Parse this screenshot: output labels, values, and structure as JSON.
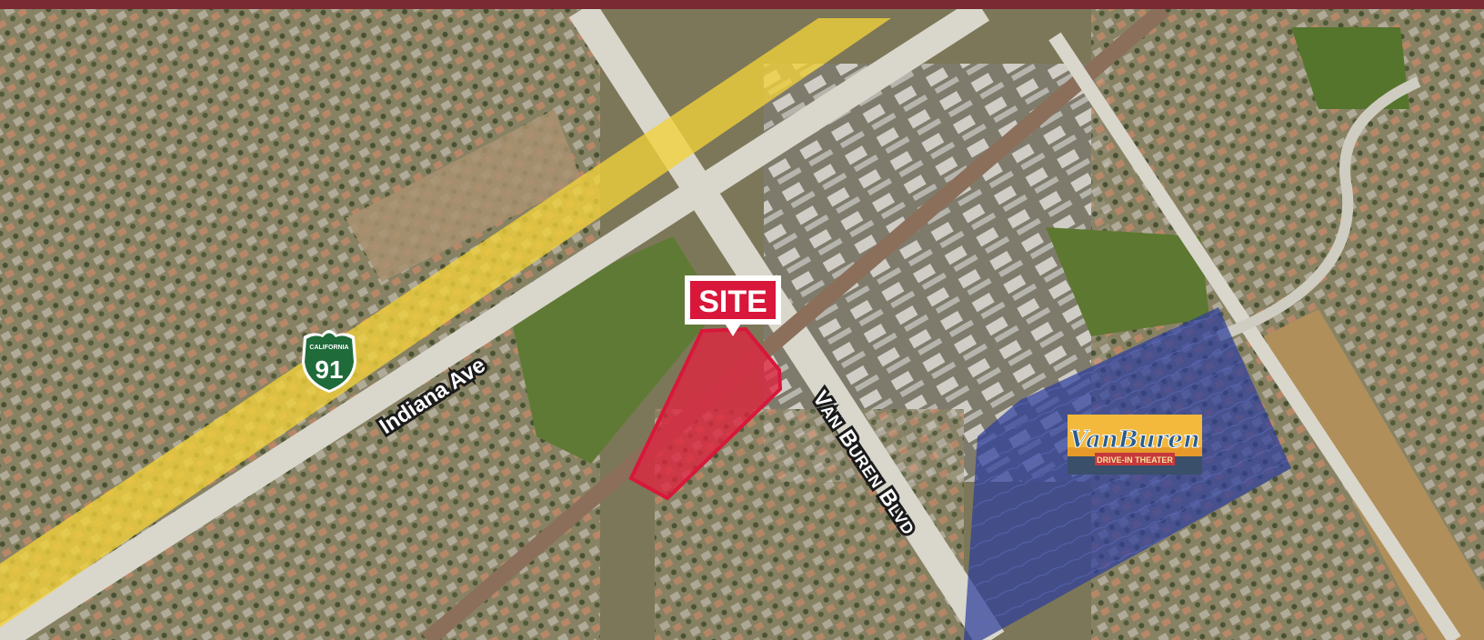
{
  "colors": {
    "top_bar": "#7a2a32",
    "freeway_highlight": "#f2d23a",
    "site_fill": "#e0243f",
    "site_stroke": "#d8173a",
    "theater_fill": "#2e3f9c",
    "aerial_base": "#7c7758",
    "road": "#d9d6cc"
  },
  "site_marker": {
    "label": "SITE"
  },
  "highway_shield": {
    "state": "CALIFORNIA",
    "number": "91",
    "icon": "california-state-route-shield-icon",
    "color": "#1f6b3a"
  },
  "roads": {
    "indiana_ave": "Indiana Ave",
    "van_buren_blvd": {
      "first": "V",
      "first_rest": "AN",
      "second": "B",
      "second_rest": "UREN",
      "third": "B",
      "third_rest": "LVD"
    }
  },
  "theater_logo": {
    "name": "VanBuren",
    "tagline": "DRIVE-IN THEATER",
    "icon": "van-buren-drive-in-logo-icon"
  }
}
